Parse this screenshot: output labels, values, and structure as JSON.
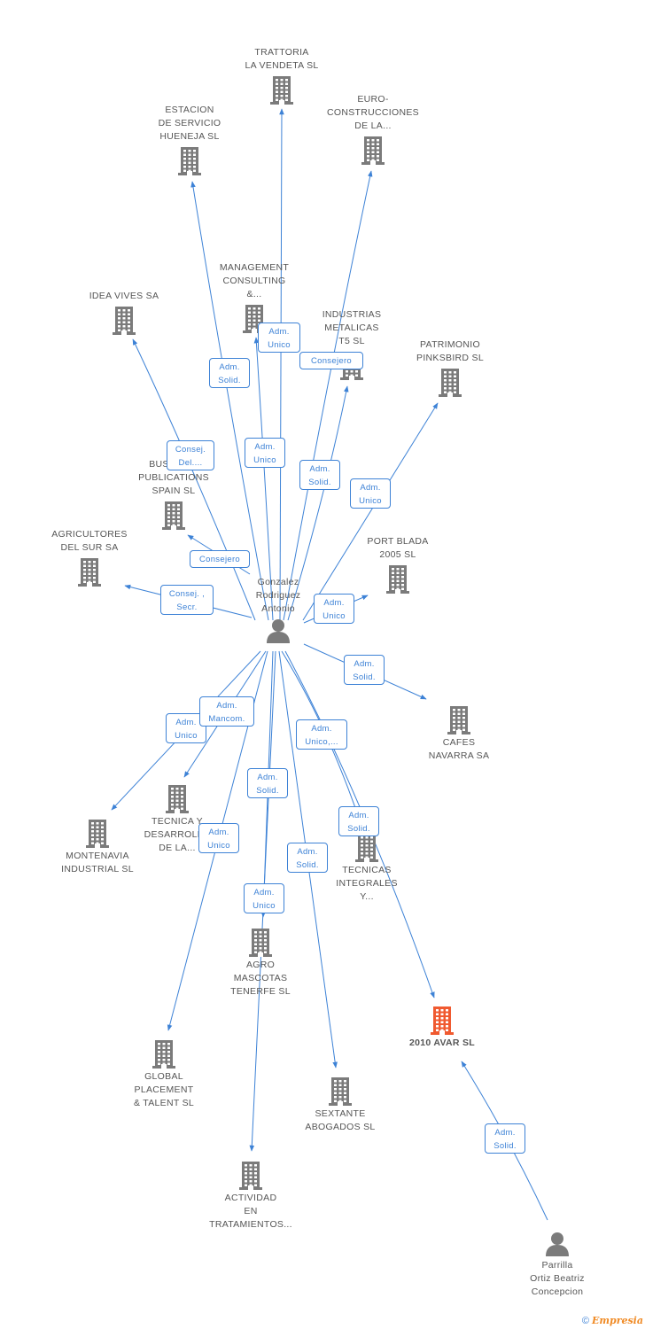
{
  "colors": {
    "edge": "#3d82d6",
    "company": "#7b7b7b",
    "highlight": "#f05a30",
    "person": "#7b7b7b"
  },
  "nodes": {
    "trattoria": {
      "type": "company",
      "label": [
        "TRATTORIA",
        "LA VENDETA SL"
      ]
    },
    "estacion": {
      "type": "company",
      "label": [
        "ESTACION",
        "DE SERVICIO",
        "HUENEJA SL"
      ]
    },
    "euro": {
      "type": "company",
      "label": [
        "EURO-",
        "CONSTRUCCIONES",
        "DE LA..."
      ]
    },
    "management": {
      "type": "company",
      "label": [
        "MANAGEMENT",
        "CONSULTING",
        "&..."
      ]
    },
    "idea_vives": {
      "type": "company",
      "label": [
        "IDEA VIVES SA"
      ]
    },
    "industrias": {
      "type": "company",
      "label": [
        "INDUSTRIAS",
        "METALICAS",
        "T5 SL"
      ]
    },
    "patrimonio": {
      "type": "company",
      "label": [
        "PATRIMONIO",
        "PINKSBIRD SL"
      ]
    },
    "business": {
      "type": "company",
      "label": [
        "BUSINESS",
        "PUBLICATIONS",
        "SPAIN SL"
      ]
    },
    "agricultores": {
      "type": "company",
      "label": [
        "AGRICULTORES",
        "DEL SUR SA"
      ]
    },
    "port_blada": {
      "type": "company",
      "label": [
        "PORT BLADA",
        "2005 SL"
      ]
    },
    "gonzalez": {
      "type": "person",
      "label": [
        "Gonzalez",
        "Rodriguez",
        "Antonio"
      ]
    },
    "cafes": {
      "type": "company",
      "label": [
        "CAFES",
        "NAVARRA SA"
      ]
    },
    "montenavia": {
      "type": "company",
      "label": [
        "MONTENAVIA",
        "INDUSTRIAL SL"
      ]
    },
    "tecnica_des": {
      "type": "company",
      "label": [
        "TECNICA Y",
        "DESARROLLO",
        "DE LA..."
      ]
    },
    "tecnicas_int": {
      "type": "company",
      "label": [
        "TECNICAS",
        "INTEGRALES",
        "Y..."
      ]
    },
    "agro": {
      "type": "company",
      "label": [
        "AGRO",
        "MASCOTAS",
        "TENERFE SL"
      ]
    },
    "avar": {
      "type": "company_highlight",
      "label": [
        "2010 AVAR SL"
      ]
    },
    "global": {
      "type": "company",
      "label": [
        "GLOBAL",
        "PLACEMENT",
        "& TALENT SL"
      ]
    },
    "sextante": {
      "type": "company",
      "label": [
        "SEXTANTE",
        "ABOGADOS SL"
      ]
    },
    "actividad": {
      "type": "company",
      "label": [
        "ACTIVIDAD",
        "EN",
        "TRATAMIENTOS..."
      ]
    },
    "parrilla": {
      "type": "person",
      "label": [
        "Parrilla",
        "Ortiz Beatriz",
        "Concepcion"
      ]
    }
  },
  "relations": [
    {
      "from": "gonzalez",
      "to": "trattoria",
      "label": [
        "Adm.",
        "Unico"
      ]
    },
    {
      "from": "gonzalez",
      "to": "estacion",
      "label": [
        "Adm.",
        "Solid."
      ]
    },
    {
      "from": "gonzalez",
      "to": "euro",
      "label": [
        "Consejero"
      ]
    },
    {
      "from": "gonzalez",
      "to": "management",
      "label": [
        "Adm.",
        "Unico"
      ]
    },
    {
      "from": "gonzalez",
      "to": "idea_vives",
      "label": [
        "Consej.",
        "Del...."
      ]
    },
    {
      "from": "gonzalez",
      "to": "industrias",
      "label": [
        "Adm.",
        "Solid."
      ]
    },
    {
      "from": "gonzalez",
      "to": "patrimonio",
      "label": [
        "Adm.",
        "Unico"
      ]
    },
    {
      "from": "gonzalez",
      "to": "business",
      "label": [
        "Consejero"
      ]
    },
    {
      "from": "gonzalez",
      "to": "agricultores",
      "label": [
        "Consej. ,",
        "Secr."
      ]
    },
    {
      "from": "gonzalez",
      "to": "port_blada",
      "label": [
        "Adm.",
        "Unico"
      ]
    },
    {
      "from": "gonzalez",
      "to": "cafes",
      "label": [
        "Adm.",
        "Solid."
      ]
    },
    {
      "from": "gonzalez",
      "to": "montenavia",
      "label": [
        "Adm.",
        "Unico"
      ]
    },
    {
      "from": "gonzalez",
      "to": "tecnica_des",
      "label": [
        "Adm.",
        "Mancom."
      ]
    },
    {
      "from": "gonzalez",
      "to": "tecnicas_int",
      "label": [
        "Adm.",
        "Unico,..."
      ]
    },
    {
      "from": "gonzalez",
      "to": "agro",
      "label": [
        "Adm.",
        "Solid."
      ]
    },
    {
      "from": "gonzalez",
      "to": "avar",
      "label": [
        "Adm.",
        "Solid."
      ]
    },
    {
      "from": "gonzalez",
      "to": "global",
      "label": [
        "Adm.",
        "Unico"
      ]
    },
    {
      "from": "gonzalez",
      "to": "sextante",
      "label": [
        "Adm.",
        "Solid."
      ]
    },
    {
      "from": "gonzalez",
      "to": "actividad",
      "label": [
        "Adm.",
        "Unico"
      ]
    },
    {
      "from": "parrilla",
      "to": "avar",
      "label": [
        "Adm.",
        "Solid."
      ]
    }
  ],
  "brand": {
    "copyright": "©",
    "name": "Empresia"
  }
}
